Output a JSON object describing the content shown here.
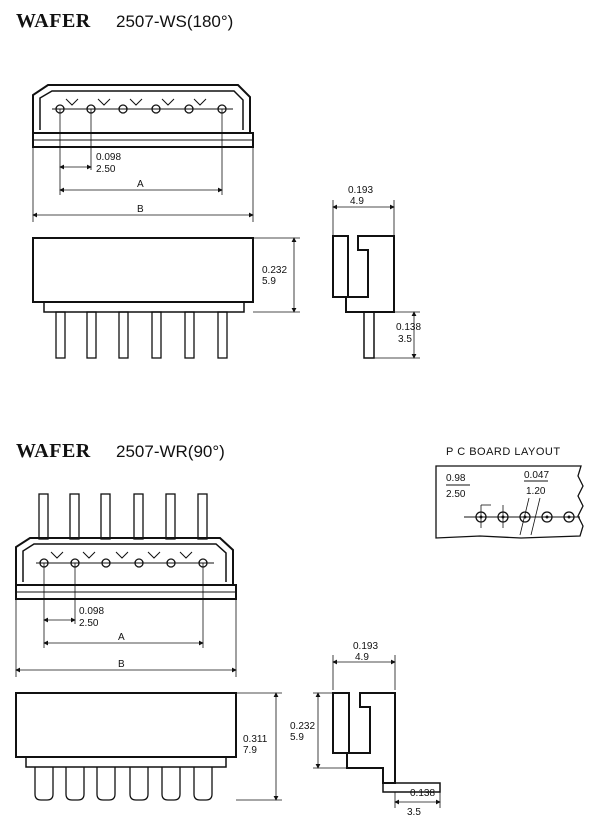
{
  "top": {
    "brand": "WAFER",
    "model": "2507-WS(180°)",
    "pitch_in": "0.098",
    "pitch_mm": "2.50",
    "dim_a": "A",
    "dim_b": "B",
    "height_in": "0.232",
    "height_mm": "5.9",
    "depth_in": "0.193",
    "depth_mm": "4.9",
    "pin_in": "0.138",
    "pin_mm": "3.5"
  },
  "bottom": {
    "brand": "WAFER",
    "model": "2507-WR(90°)",
    "pitch_in": "0.098",
    "pitch_mm": "2.50",
    "dim_a": "A",
    "dim_b": "B",
    "total_in": "0.311",
    "total_mm": "7.9",
    "height_in": "0.232",
    "height_mm": "5.9",
    "depth_in": "0.193",
    "depth_mm": "4.9",
    "pin_in": "0.138",
    "pin_mm": "3.5"
  },
  "pcb": {
    "title": "P C  BOARD LAYOUT",
    "pitch_in": "0.98",
    "pitch_mm": "2.50",
    "hole_in": "0.047",
    "hole_mm": "1.20"
  }
}
